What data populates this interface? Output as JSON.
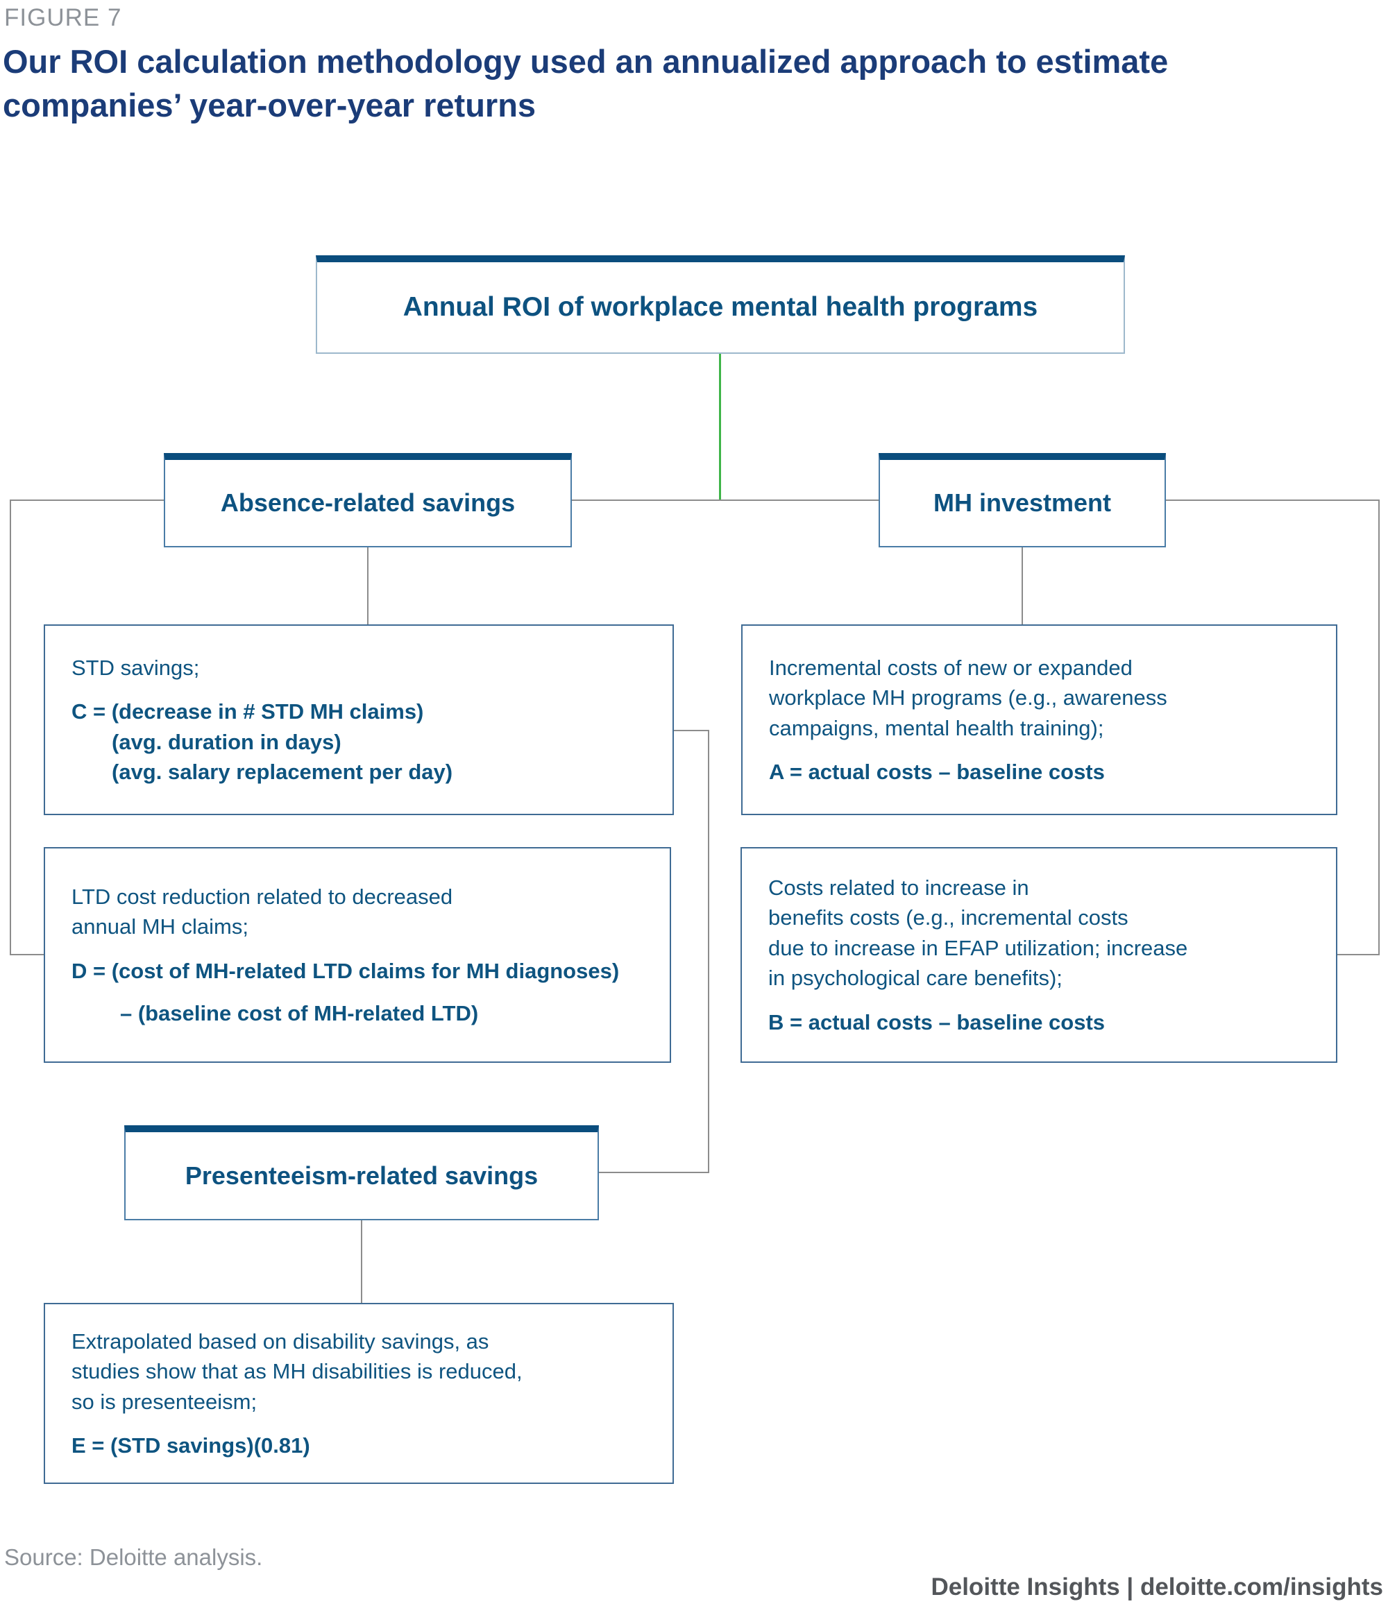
{
  "figure_label": "FIGURE 7",
  "title": "Our ROI calculation methodology used an annualized approach to estimate companies’ year-over-year returns",
  "colors": {
    "title_navy": "#1b3c78",
    "box_text_blue": "#0e5480",
    "header_bar_blue": "#0a4d7d",
    "connector_gray": "#8c8c8c",
    "connector_green": "#3fb549"
  },
  "diagram": {
    "root": {
      "label": "Annual ROI of workplace mental health programs"
    },
    "branches": {
      "absence": {
        "label": "Absence-related savings"
      },
      "mh_investment": {
        "label": "MH investment"
      },
      "presenteeism": {
        "label": "Presenteeism-related savings"
      }
    },
    "detail_boxes": {
      "std": {
        "intro_lines": [
          "STD savings;"
        ],
        "formula_lines": [
          "C = (decrease in # STD MH claims)",
          "(avg. duration in days)",
          "(avg. salary replacement per day)"
        ]
      },
      "incremental": {
        "intro_lines": [
          "Incremental costs of new or expanded",
          "workplace MH programs (e.g., awareness",
          "campaigns, mental health training);"
        ],
        "formula_lines": [
          "A = actual costs – baseline costs"
        ]
      },
      "ltd": {
        "intro_lines": [
          "LTD cost reduction related to decreased",
          "annual MH claims;"
        ],
        "formula_lines": [
          "D = (cost of MH-related LTD claims for MH diagnoses)",
          "– (baseline cost of MH-related LTD)"
        ]
      },
      "benefits_costs": {
        "intro_lines": [
          "Costs related to increase in",
          "benefits costs (e.g., incremental costs",
          "due to increase in EFAP utilization; increase",
          "in psychological care benefits);"
        ],
        "formula_lines": [
          "B = actual costs – baseline costs"
        ]
      },
      "extrapolated": {
        "intro_lines": [
          "Extrapolated based on disability savings, as",
          "studies show that as MH disabilities is reduced,",
          "so is presenteeism;"
        ],
        "formula_lines": [
          "E = (STD savings)(0.81)"
        ]
      }
    }
  },
  "footer": {
    "source": "Source: Deloitte analysis.",
    "brand": "Deloitte Insights | deloitte.com/insights"
  }
}
